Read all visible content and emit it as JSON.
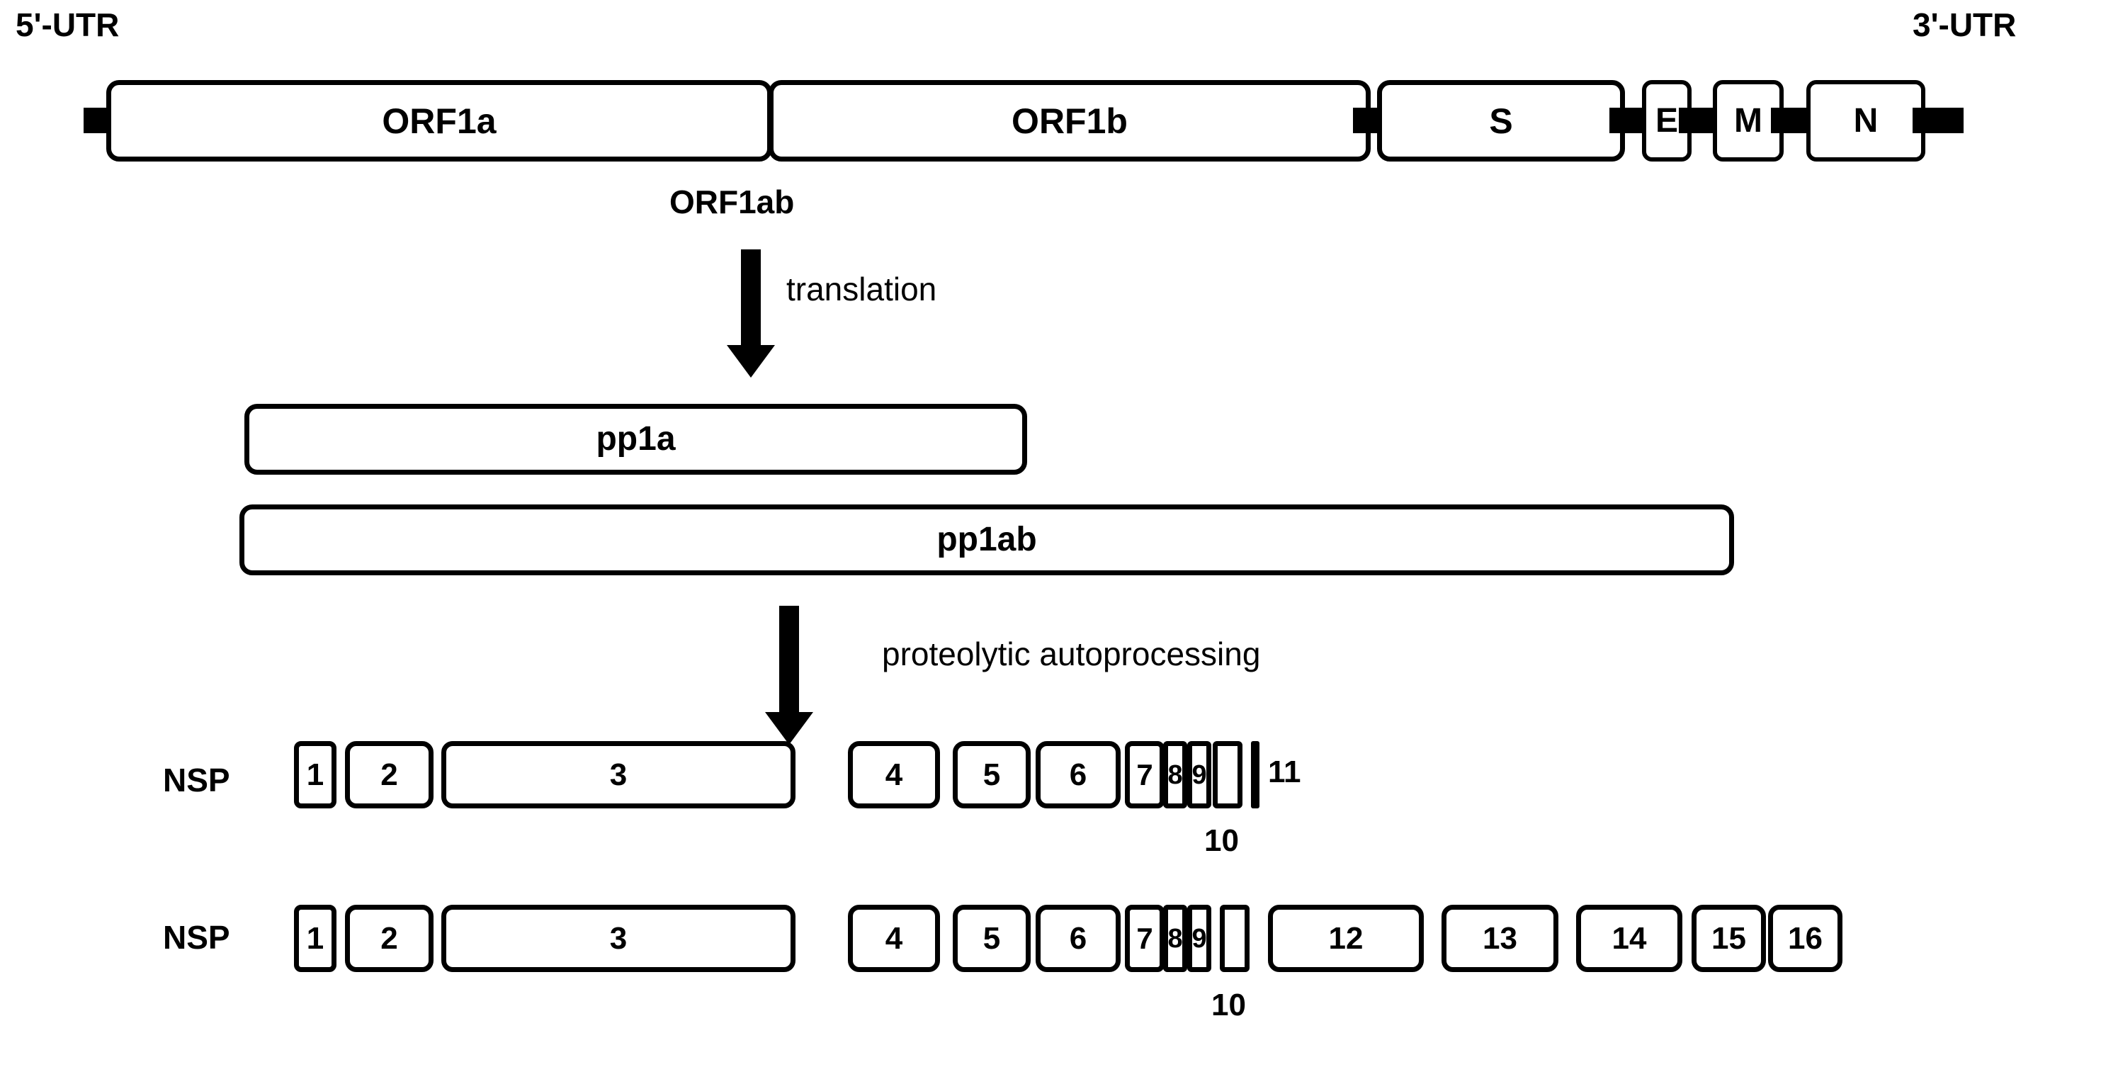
{
  "figure": {
    "type": "diagram",
    "subject": "Coronavirus genome organization and polyprotein proteolytic processing"
  },
  "genome": {
    "utr_left": "5'-UTR",
    "utr_right": "3'-UTR",
    "genes": [
      {
        "label": "ORF1a"
      },
      {
        "label": "ORF1b"
      },
      {
        "label": "S"
      },
      {
        "label": "E"
      },
      {
        "label": "M"
      },
      {
        "label": "N"
      }
    ],
    "orf1ab_label": "ORF1ab"
  },
  "steps": {
    "translation": "translation",
    "processing": "proteolytic autoprocessing"
  },
  "polyproteins": [
    {
      "label": "pp1a"
    },
    {
      "label": "pp1ab"
    }
  ],
  "nsp_rows": [
    {
      "row_label": "NSP",
      "boxes": [
        {
          "label": "1"
        },
        {
          "label": "2"
        },
        {
          "label": "3"
        },
        {
          "label": "4"
        },
        {
          "label": "5"
        },
        {
          "label": "6"
        },
        {
          "label": "7"
        },
        {
          "label": "8"
        },
        {
          "label": "9"
        },
        {
          "label": ""
        },
        {
          "label": ""
        }
      ],
      "external_labels": [
        {
          "label": "10"
        },
        {
          "label": "11"
        }
      ]
    },
    {
      "row_label": "NSP",
      "boxes": [
        {
          "label": "1"
        },
        {
          "label": "2"
        },
        {
          "label": "3"
        },
        {
          "label": "4"
        },
        {
          "label": "5"
        },
        {
          "label": "6"
        },
        {
          "label": "7"
        },
        {
          "label": "8"
        },
        {
          "label": "9"
        },
        {
          "label": ""
        },
        {
          "label": "12"
        },
        {
          "label": "13"
        },
        {
          "label": "14"
        },
        {
          "label": "15"
        },
        {
          "label": "16"
        }
      ],
      "external_labels": [
        {
          "label": "10"
        }
      ]
    }
  ],
  "colors": {
    "stroke": "#000000",
    "fill": "#ffffff",
    "background": "#ffffff"
  }
}
